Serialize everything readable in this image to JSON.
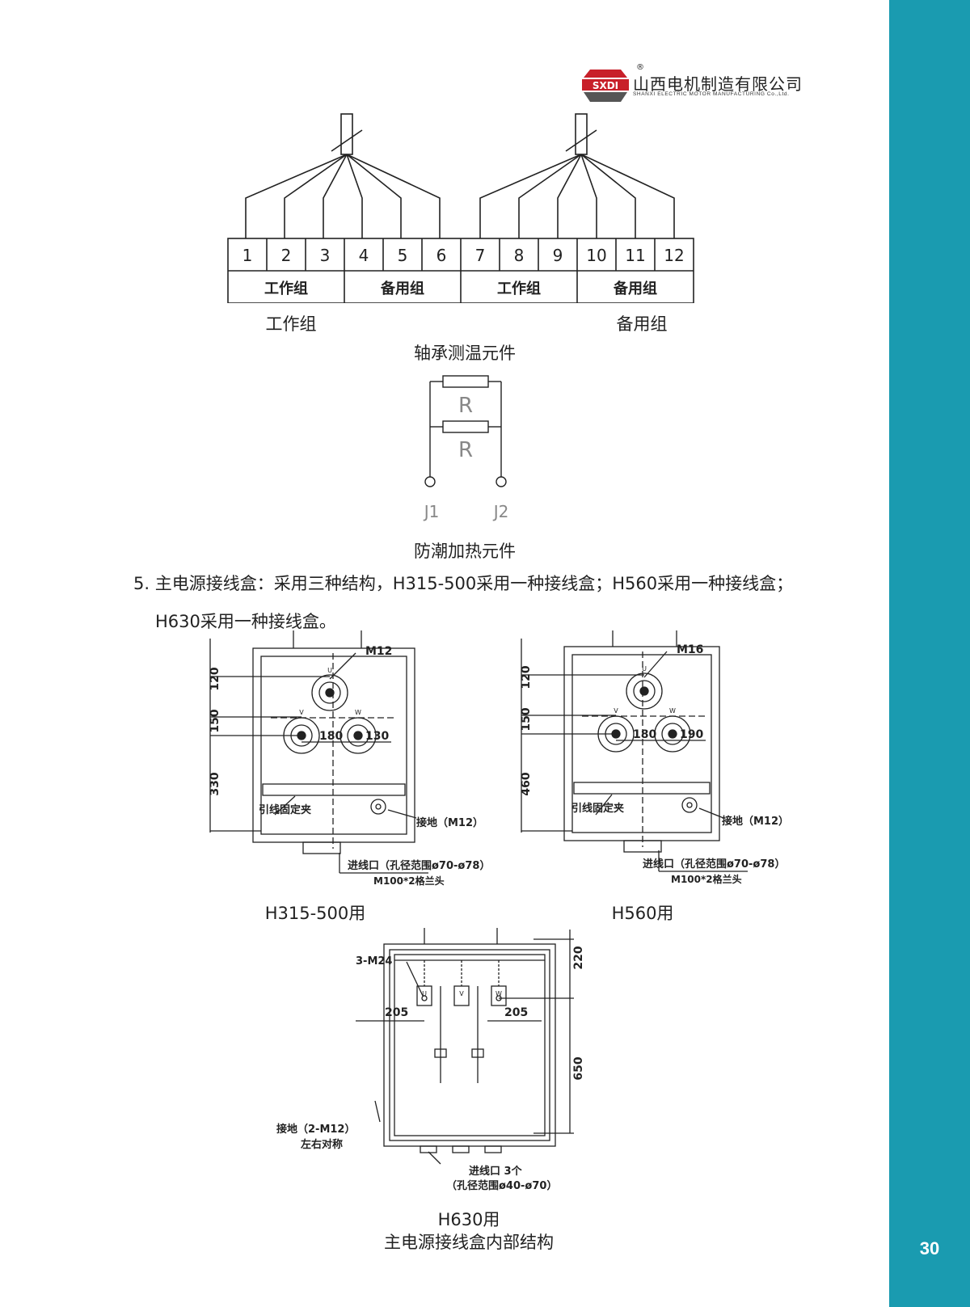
{
  "header": {
    "logo_mark": "SXDI",
    "registered": "®",
    "company_cn": "山西电机制造有限公司",
    "company_en": "SHANXI ELECTRIC MOTOR MANUFACTURING Co.,Ltd."
  },
  "terminal_diagram": {
    "terminals": [
      "1",
      "2",
      "3",
      "4",
      "5",
      "6",
      "7",
      "8",
      "9",
      "10",
      "11",
      "12"
    ],
    "group_cells": [
      "工作组",
      "备用组",
      "工作组",
      "备用组"
    ],
    "lower_labels": [
      "工作组",
      "备用组"
    ]
  },
  "captions": {
    "bearing": "轴承测温元件",
    "heater": "防潮加热元件",
    "h315": "H315-500用",
    "h560": "H560用",
    "h630": "H630用",
    "main_box": "主电源接线盒内部结构"
  },
  "heater_diagram": {
    "resistor_label": "R",
    "j1": "J1",
    "j2": "J2"
  },
  "paragraph": {
    "line1": "5. 主电源接线盒：采用三种结构，H315-500采用一种接线盒；H560采用一种接线盒；",
    "line2": "H630采用一种接线盒。"
  },
  "box_h315": {
    "bolt": "M12",
    "dims_v": [
      "120",
      "150",
      "330"
    ],
    "dims_h": [
      "180",
      "130"
    ],
    "phases": [
      "U",
      "V",
      "W"
    ],
    "clamp": "引线固定夹",
    "ground": "接地（M12）",
    "inlet1": "进线口（孔径范围ø70-ø78）",
    "inlet2": "M100*2格兰头"
  },
  "box_h560": {
    "bolt": "M16",
    "dims_v": [
      "120",
      "150",
      "460"
    ],
    "dims_h": [
      "180",
      "190"
    ],
    "phases": [
      "U",
      "V",
      "W"
    ],
    "clamp": "引线固定夹",
    "ground": "接地（M12）",
    "inlet1": "进线口（孔径范围ø70-ø78）",
    "inlet2": "M100*2格兰头"
  },
  "box_h630": {
    "bolt": "3-M24",
    "dims_v": [
      "220",
      "650"
    ],
    "dims_h": [
      "205",
      "205"
    ],
    "phases": [
      "U",
      "V",
      "W"
    ],
    "ground1": "接地（2-M12）",
    "ground2": "左右对称",
    "inlet1": "进线口 3个",
    "inlet2": "（孔径范围ø40-ø70）"
  },
  "page_number": "30",
  "colors": {
    "sidebar": "#1a9bb0",
    "logo_red": "#c8202a",
    "text": "#222222"
  }
}
